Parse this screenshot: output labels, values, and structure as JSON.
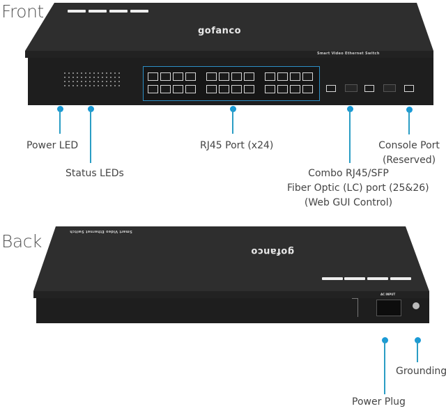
{
  "front": {
    "section_title": "Front",
    "brand": "gofanco",
    "product_name": "Smart Video Ethernet Switch",
    "callouts": [
      {
        "id": "power-led",
        "lines": [
          "Power LED"
        ]
      },
      {
        "id": "status-leds",
        "lines": [
          "Status LEDs"
        ]
      },
      {
        "id": "rj45-port",
        "lines": [
          "RJ45 Port (x24)"
        ]
      },
      {
        "id": "combo-port",
        "lines": [
          "Combo RJ45/SFP",
          "Fiber Optic (LC) port (25&26)",
          "(Web GUI Control)"
        ]
      },
      {
        "id": "console-port",
        "lines": [
          "Console Port",
          "(Reserved)"
        ]
      }
    ]
  },
  "back": {
    "section_title": "Back",
    "brand": "gofanco",
    "product_name": "Smart Video Ethernet Switch",
    "ac_label": "AC INPUT",
    "callouts": [
      {
        "id": "grounding",
        "lines": [
          "Grounding"
        ]
      },
      {
        "id": "power-plug",
        "lines": [
          "Power Plug"
        ]
      }
    ]
  },
  "colors": {
    "accent": "#1a9ad6",
    "device": "#2a2a2a",
    "port_highlight": "#2d8fc6"
  }
}
